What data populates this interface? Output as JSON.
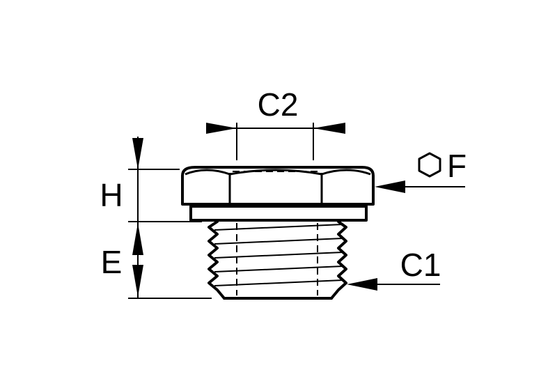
{
  "labels": {
    "c2": "C2",
    "f": "F",
    "h": "H",
    "e": "E",
    "c1": "C1"
  },
  "icons": {
    "hex_symbol": "hexagon-icon"
  },
  "colors": {
    "line": "#000000",
    "background": "#ffffff"
  }
}
